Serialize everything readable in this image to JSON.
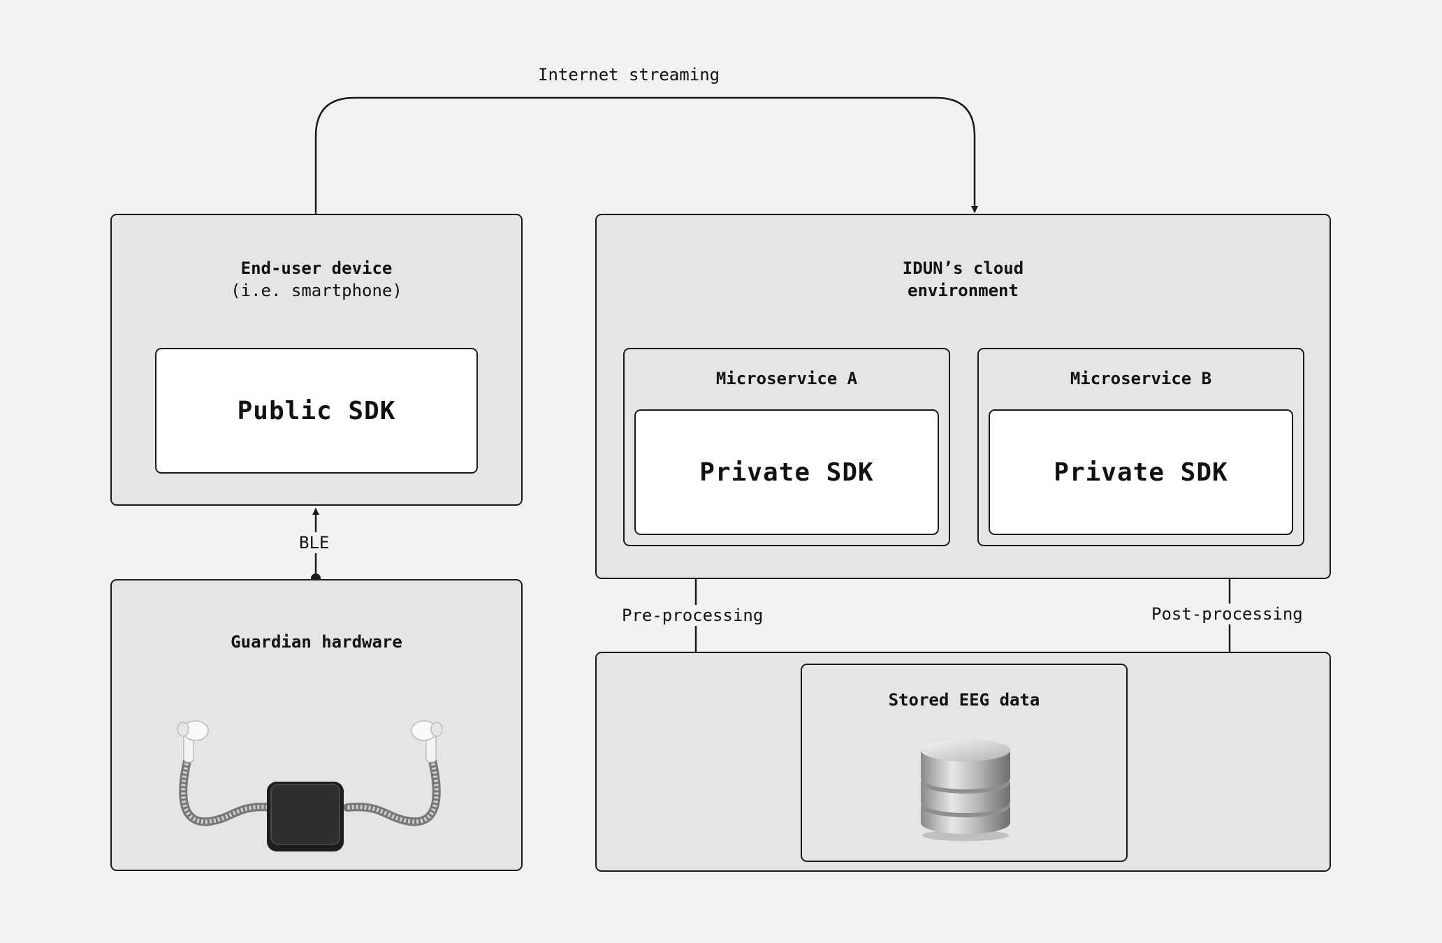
{
  "edges": {
    "internet": "Internet streaming",
    "ble": "BLE",
    "pre": "Pre-processing",
    "post": "Post-processing"
  },
  "end_user": {
    "title": "End-user device",
    "subtitle": "(i.e. smartphone)",
    "sdk": "Public SDK"
  },
  "cloud": {
    "title_line1": "IDUN’s cloud",
    "title_line2": "environment",
    "microservice_a": {
      "title": "Microservice A",
      "sdk": "Private SDK"
    },
    "microservice_b": {
      "title": "Microservice B",
      "sdk": "Private SDK"
    }
  },
  "hardware": {
    "title": "Guardian hardware"
  },
  "storage": {
    "title": "Stored EEG data"
  },
  "colors": {
    "background": "#f2f2f2",
    "box": "#e5e5e5",
    "inner": "#ffffff",
    "line": "#1a1a1a"
  },
  "icons": [
    "earbud-device-icon",
    "database-icon"
  ]
}
